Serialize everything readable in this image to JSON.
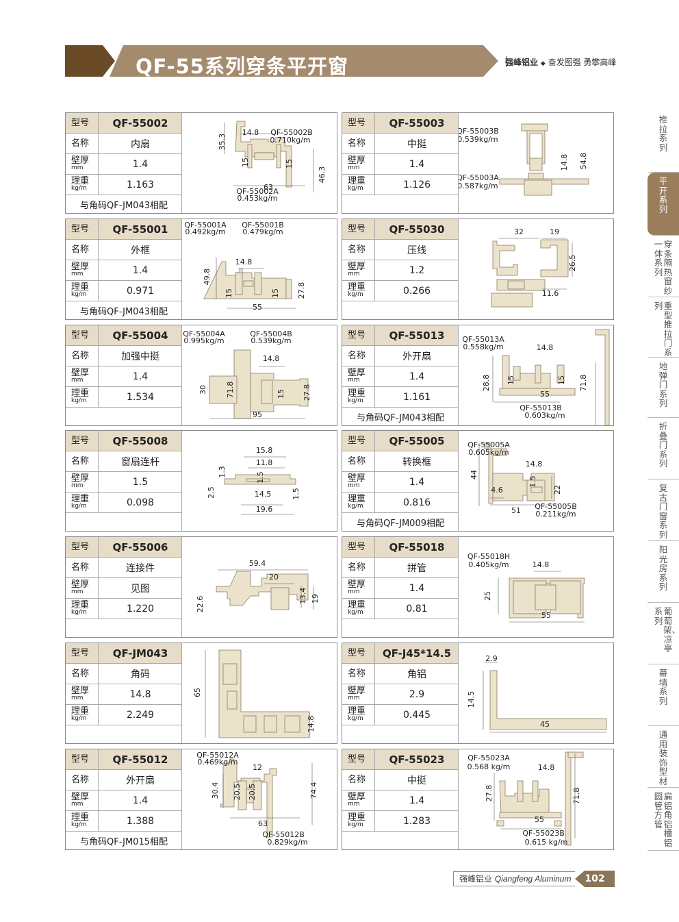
{
  "header": {
    "title": "QF-55系列穿条平开窗",
    "brand_name": "强峰铝业",
    "brand_separator": "◆",
    "slogan": "奋发图强 勇攀高峰"
  },
  "labels": {
    "model": "型号",
    "name": "名称",
    "wall": "壁厚",
    "wall_unit": "mm",
    "weight": "理重",
    "weight_unit": "kg/m"
  },
  "products": [
    {
      "model": "QF-55002",
      "name": "内扇",
      "wall": "1.4",
      "weight": "1.163",
      "match": "与角码QF-JM043相配"
    },
    {
      "model": "QF-55003",
      "name": "中挺",
      "wall": "1.4",
      "weight": "1.126",
      "match": ""
    },
    {
      "model": "QF-55001",
      "name": "外框",
      "wall": "1.4",
      "weight": "0.971",
      "match": "与角码QF-JM043相配"
    },
    {
      "model": "QF-55030",
      "name": "压线",
      "wall": "1.2",
      "weight": "0.266",
      "match": ""
    },
    {
      "model": "QF-55004",
      "name": "加强中挺",
      "wall": "1.4",
      "weight": "1.534",
      "match": ""
    },
    {
      "model": "QF-55013",
      "name": "外开扇",
      "wall": "1.4",
      "weight": "1.161",
      "match": "与角码QF-JM043相配"
    },
    {
      "model": "QF-55008",
      "name": "窗扇连杆",
      "wall": "1.5",
      "weight": "0.098",
      "match": ""
    },
    {
      "model": "QF-55005",
      "name": "转换框",
      "wall": "1.4",
      "weight": "0.816",
      "match": "与角码QF-JM009相配"
    },
    {
      "model": "QF-55006",
      "name": "连接件",
      "wall": "见图",
      "weight": "1.220",
      "match": ""
    },
    {
      "model": "QF-55018",
      "name": "拼管",
      "wall": "1.4",
      "weight": "0.81",
      "match": ""
    },
    {
      "model": "QF-JM043",
      "name": "角码",
      "wall": "14.8",
      "weight": "2.249",
      "match": ""
    },
    {
      "model": "QF-J45*14.5",
      "name": "角铝",
      "wall": "2.9",
      "weight": "0.445",
      "match": ""
    },
    {
      "model": "QF-55012",
      "name": "外开扇",
      "wall": "1.4",
      "weight": "1.388",
      "match": "与角码QF-JM015相配"
    },
    {
      "model": "QF-55023",
      "name": "中挺",
      "wall": "1.4",
      "weight": "1.283",
      "match": ""
    }
  ],
  "figures": [
    {
      "texts": [
        "35.3",
        "14.8",
        "QF-55002B",
        "0.710kg/m",
        "15",
        "15",
        "46.3",
        "63",
        "QF-55002A",
        "0.453kg/m"
      ]
    },
    {
      "texts": [
        "QF-55003B",
        "0.539kg/m",
        "QF-55003A",
        "0.587kg/m",
        "14.8",
        "54.8"
      ]
    },
    {
      "texts": [
        "QF-55001A",
        "0.492kg/m",
        "QF-55001B",
        "0.479kg/m",
        "49.8",
        "14.8",
        "15",
        "15",
        "27.8",
        "55"
      ]
    },
    {
      "texts": [
        "32",
        "19",
        "26.5",
        "11.6"
      ]
    },
    {
      "texts": [
        "QF-55004A",
        "0.995kg/m",
        "QF-55004B",
        "0.539kg/m",
        "14.8",
        "30",
        "71.8",
        "15",
        "27.8",
        "95"
      ]
    },
    {
      "texts": [
        "QF-55013A",
        "0.558kg/m",
        "14.8",
        "28.8",
        "15",
        "15",
        "55",
        "71.8",
        "QF-55013B",
        "0.603kg/m"
      ]
    },
    {
      "texts": [
        "15.8",
        "11.8",
        "1.3",
        "1.5",
        "2.5",
        "14.5",
        "1.5",
        "19.6"
      ]
    },
    {
      "texts": [
        "QF-55005A",
        "0.605kg/m",
        "14.8",
        "44",
        "1.5",
        "22",
        "4.6",
        "51",
        "QF-55005B",
        "0.211kg/m"
      ]
    },
    {
      "texts": [
        "59.4",
        "20",
        "22.6",
        "13.4",
        "19"
      ]
    },
    {
      "texts": [
        "QF-55018H",
        "0.405kg/m",
        "14.8",
        "25",
        "55"
      ]
    },
    {
      "texts": [
        "65",
        "14.8"
      ]
    },
    {
      "texts": [
        "2.9",
        "14.5",
        "45"
      ]
    },
    {
      "texts": [
        "QF-55012A",
        "0.469kg/m",
        "12",
        "30.4",
        "20.5",
        "20.5",
        "74.4",
        "63",
        "QF-55012B",
        "0.829kg/m"
      ]
    },
    {
      "texts": [
        "QF-55023A",
        "0.568 kg/m",
        "14.8",
        "27.8",
        "71.8",
        "55",
        "QF-55023B",
        "0.615 kg/m"
      ]
    }
  ],
  "sidebar": {
    "items": [
      {
        "label": "推拉系列",
        "active": false
      },
      {
        "label": "平开系列",
        "active": true
      },
      {
        "label": "穿条隔热窗纱一体系列",
        "active": false
      },
      {
        "label": "重型推拉门系列",
        "active": false
      },
      {
        "label": "地弹门系列",
        "active": false
      },
      {
        "label": "折叠门系列",
        "active": false
      },
      {
        "label": "复古门窗系列",
        "active": false
      },
      {
        "label": "阳光房系列",
        "active": false
      },
      {
        "label": "葡萄架、凉亭系列",
        "active": false
      },
      {
        "label": "幕墙系列",
        "active": false
      },
      {
        "label": "通用装饰型材",
        "active": false
      },
      {
        "label": "扁铝角铝槽铝圆管方管",
        "active": false
      }
    ]
  },
  "footer": {
    "brand_cn": "强峰铝业",
    "brand_en": "Qiangfeng Aluminum",
    "page": "102"
  },
  "colors": {
    "brown": "#6b4a28",
    "tan": "#a58b6e",
    "header_bg": "#e6dcc7",
    "profile": "#ebe2cc",
    "active_tab": "#9a7e5c"
  }
}
